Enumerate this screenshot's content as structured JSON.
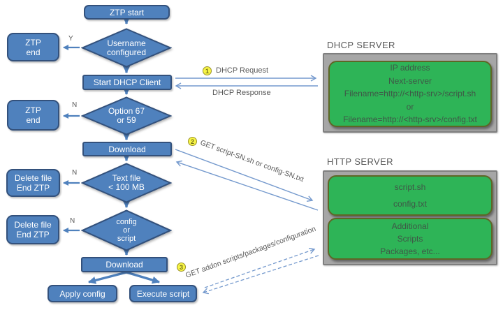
{
  "flowchart": {
    "nodes": {
      "ztp_start": "ZTP start",
      "username_configured": "Username\nconfigured",
      "ztp_end_1": "ZTP\nend",
      "start_dhcp_client": "Start DHCP Client",
      "option_67_or_59": "Option 67\nor 59",
      "ztp_end_2": "ZTP\nend",
      "download_1": "Download",
      "text_file_lt_100mb": "Text file\n< 100 MB",
      "delete_file_end_ztp_1": "Delete file\nEnd ZTP",
      "config_or_script": "config\nor\nscript",
      "delete_file_end_ztp_2": "Delete file\nEnd ZTP",
      "download_2": "Download",
      "apply_config": "Apply config",
      "execute_script": "Execute script"
    },
    "branch_labels": {
      "username_yes": "Y",
      "option_no": "N",
      "textfile_no": "N",
      "config_no": "N"
    }
  },
  "messages": [
    {
      "num": "1",
      "request_label": "DHCP Request",
      "response_label": "DHCP Response"
    },
    {
      "num": "2",
      "label": "GET script-SN.sh or config-SN.txt"
    },
    {
      "num": "3",
      "label": "GET addon scripts/packages/configuration"
    }
  ],
  "servers": {
    "dhcp": {
      "title": "DHCP SERVER",
      "offer_details": "IP address\nNext-server\nFilename=http://<http-srv>/script.sh\nor\nFilename=http://<http-srv>/config.txt"
    },
    "http": {
      "title": "HTTP SERVER",
      "primary_files": "script.sh\nconfig.txt",
      "additional_files": "Additional\nScripts\nPackages, etc..."
    }
  },
  "colors": {
    "node_blue": "#4f81bd",
    "node_border": "#33517c",
    "server_green": "#2eb457",
    "green_border": "#5e6626",
    "panel_gray": "#a6a6a6",
    "badge_yellow": "#f8f546",
    "label_gray": "#595959",
    "connector_light_blue": "#7499cd"
  }
}
